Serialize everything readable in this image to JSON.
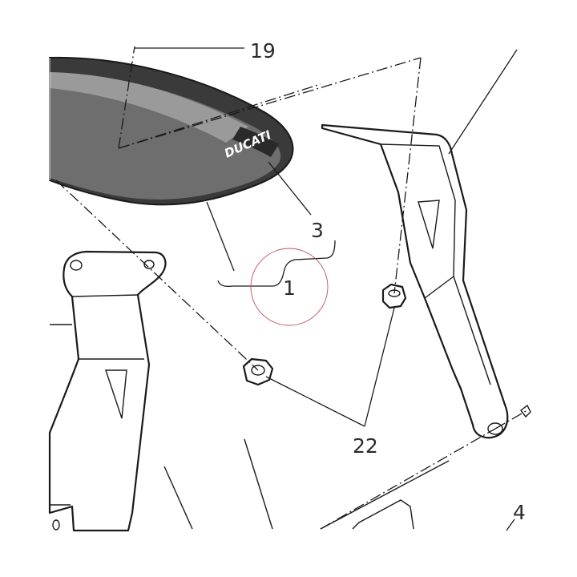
{
  "brand_text": "DUCATI",
  "callouts": {
    "c19": "19",
    "c3": "3",
    "c1": "1",
    "c22": "22",
    "c4": "4"
  },
  "colors": {
    "visor_dark": "#3a3a3a",
    "visor_mid": "#6e6e6e",
    "visor_band": "#9a9a9a",
    "highlight_circle": "#c0505a"
  }
}
